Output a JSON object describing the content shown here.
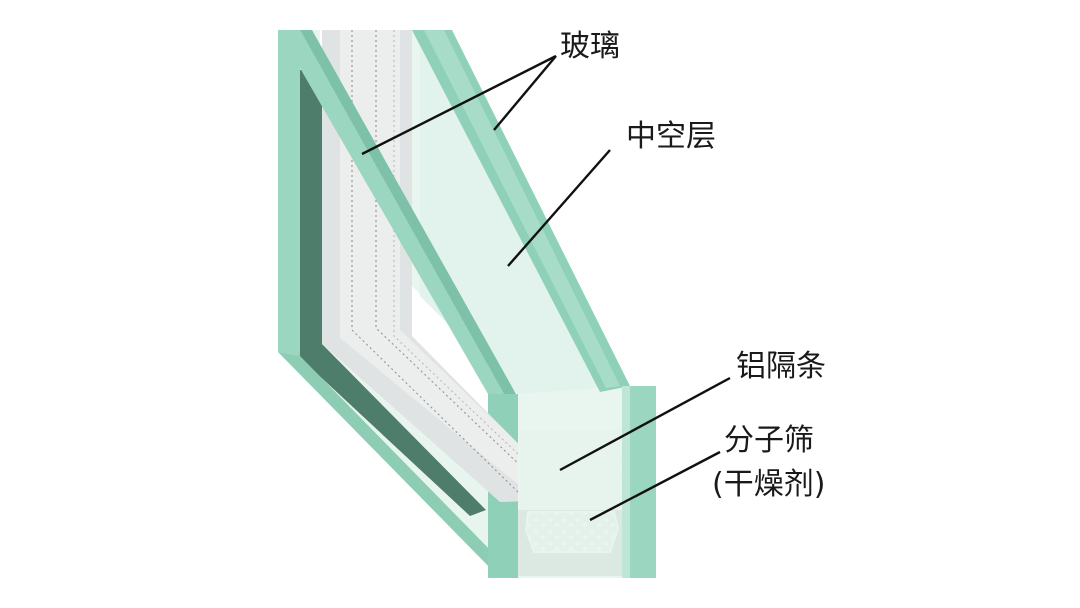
{
  "labels": {
    "glass": "玻璃",
    "air_cavity": "中空层",
    "aluminum_spacer": "铝隔条",
    "molecular_sieve_line1": "分子筛",
    "molecular_sieve_line2": "(干燥剂)"
  },
  "colors": {
    "glass_edge": "#8fd1b8",
    "glass_edge_dark": "#6fb89c",
    "glass_face": "#e6f4ee",
    "frame_shadow": "#4f7d6c",
    "spacer": "#d9dcdc",
    "desiccant": "#9a9c9c",
    "sealant": "#111111",
    "leader_line": "#111111"
  }
}
